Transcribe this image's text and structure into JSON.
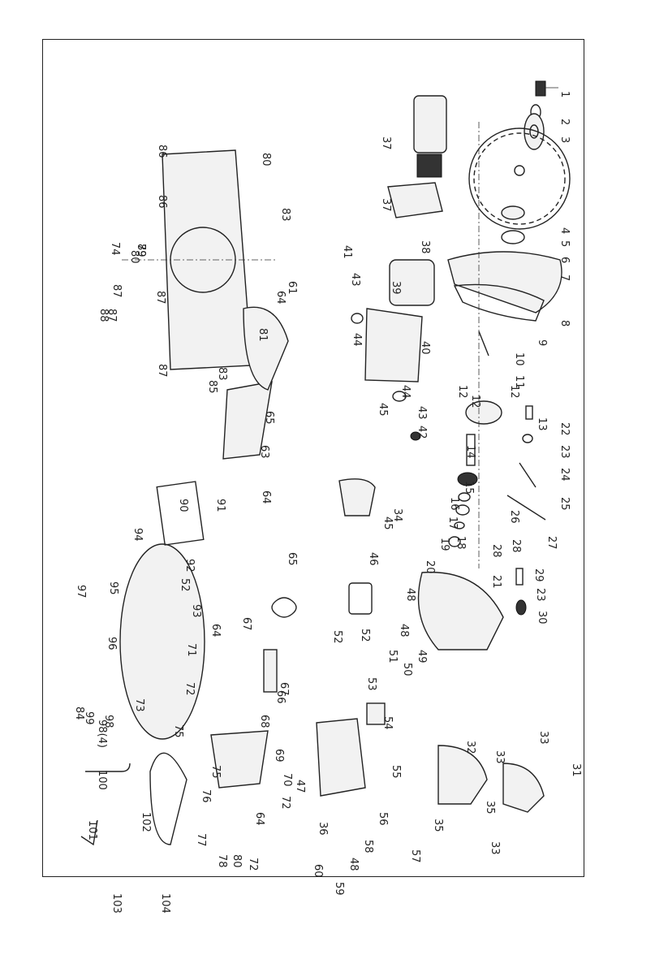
{
  "diagram": {
    "part_numbers": [
      "1",
      "2",
      "3",
      "4",
      "5",
      "6",
      "7",
      "8",
      "9",
      "10",
      "11",
      "12",
      "12",
      "12",
      "13",
      "14",
      "15",
      "16",
      "17",
      "18",
      "19",
      "20",
      "21",
      "22",
      "23",
      "24",
      "25",
      "26",
      "27",
      "28",
      "28",
      "29",
      "23",
      "30",
      "31",
      "32",
      "33",
      "33",
      "33",
      "34",
      "35",
      "35",
      "36",
      "37",
      "37",
      "38",
      "39",
      "40",
      "41",
      "42",
      "43",
      "43",
      "44",
      "44",
      "45",
      "45",
      "46",
      "47",
      "48",
      "48",
      "48",
      "49",
      "50",
      "51",
      "52",
      "52",
      "52",
      "53",
      "54",
      "55",
      "56",
      "57",
      "58",
      "59",
      "60",
      "61",
      "63",
      "64",
      "64",
      "64",
      "64",
      "65",
      "65",
      "66",
      "67",
      "67",
      "68",
      "69",
      "70",
      "71",
      "72",
      "72",
      "72",
      "73",
      "74",
      "75",
      "75",
      "76",
      "77",
      "78",
      "79",
      "80",
      "80",
      "80",
      "81",
      "83",
      "83",
      "84",
      "85",
      "86",
      "86",
      "87",
      "87",
      "87",
      "87",
      "88",
      "89",
      "90",
      "91",
      "92",
      "93",
      "94",
      "95",
      "96",
      "97",
      "98",
      "98(4)",
      "99",
      "100",
      "101",
      "102",
      "103",
      "104"
    ]
  }
}
